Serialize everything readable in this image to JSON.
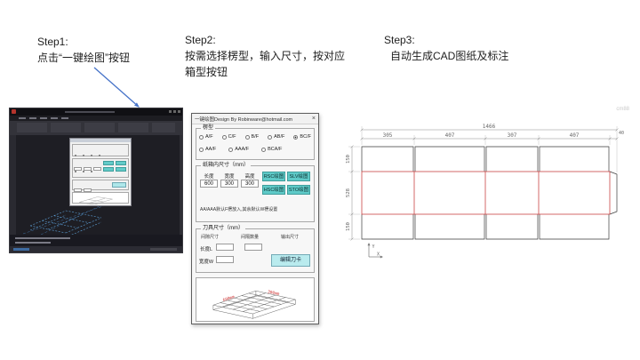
{
  "watermark": "cm88",
  "steps": {
    "step1": {
      "title": "Step1:",
      "line1": "点击“一键绘图”按钮"
    },
    "step2": {
      "title": "Step2:",
      "line1": "按需选择楞型，输入尺寸，按对应",
      "line2": "箱型按钮"
    },
    "step3": {
      "title": "Step3:",
      "line1": "自动生成CAD图纸及标注"
    }
  },
  "colors": {
    "accent_teal": "#5ecac8",
    "crease_red": "#c94444",
    "arrow_blue": "#4673c8"
  },
  "dialog": {
    "title": "一键绘图Design By Robinware@hotmail.com",
    "close": "×",
    "flute_group": {
      "title": "楞型",
      "options": [
        "A/F",
        "C/F",
        "B/F",
        "AB/F",
        "BC/F",
        "AA/F",
        "AAA/F",
        "BCA/F"
      ],
      "selected": "BC/F"
    },
    "size_group": {
      "title": "纸箱内尺寸（mm）",
      "fields": [
        {
          "label": "长度",
          "value": "600"
        },
        {
          "label": "宽度",
          "value": "300"
        },
        {
          "label": "高度",
          "value": "300"
        }
      ],
      "buttons": [
        "RSC绘图",
        "SLV绘图",
        "HSC绘图",
        "STO绘图"
      ],
      "note": "AA/AAA默认F楞放入,其余默认W楞设置"
    },
    "tool_group": {
      "title": "刀具尺寸（mm）",
      "headers": [
        "间隙尺寸",
        "间隔数量",
        "输出尺寸"
      ],
      "fields": [
        {
          "label": "长度L",
          "value": ""
        },
        {
          "label": "宽度W",
          "value": ""
        }
      ],
      "button": "编辑刀卡"
    },
    "preview": {
      "label1": "600mm",
      "label2": "300mm"
    }
  },
  "drawing": {
    "dims": {
      "total": "1466",
      "segments": [
        "305",
        "407",
        "307",
        "407",
        "40"
      ],
      "left": [
        "150",
        "528",
        "150"
      ]
    },
    "axis": {
      "x": "X",
      "y": "Y"
    }
  }
}
